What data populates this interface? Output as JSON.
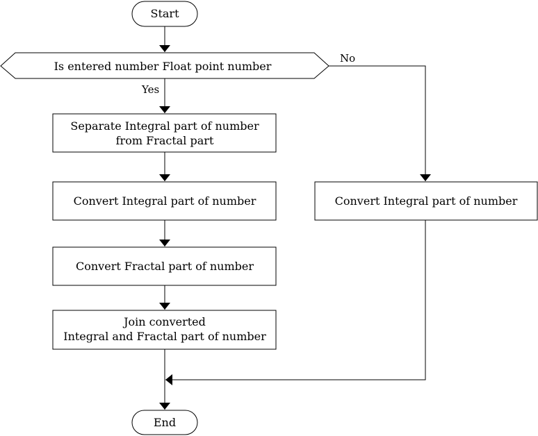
{
  "diagram": {
    "nodes": {
      "start": {
        "label": "Start"
      },
      "decision": {
        "label": "Is entered number Float point number"
      },
      "separate": {
        "line1": "Separate Integral part of number",
        "line2": "from Fractal part"
      },
      "convert_integral_left": {
        "label": "Convert Integral part of number"
      },
      "convert_fractal": {
        "label": "Convert Fractal part of number"
      },
      "join": {
        "line1": "Join converted",
        "line2": "Integral and Fractal part of number"
      },
      "convert_integral_right": {
        "label": "Convert Integral part of number"
      },
      "end": {
        "label": "End"
      }
    },
    "edges": {
      "yes_label": "Yes",
      "no_label": "No"
    },
    "colors": {
      "stroke": "#000000",
      "fill": "#ffffff",
      "text": "#000000"
    }
  }
}
